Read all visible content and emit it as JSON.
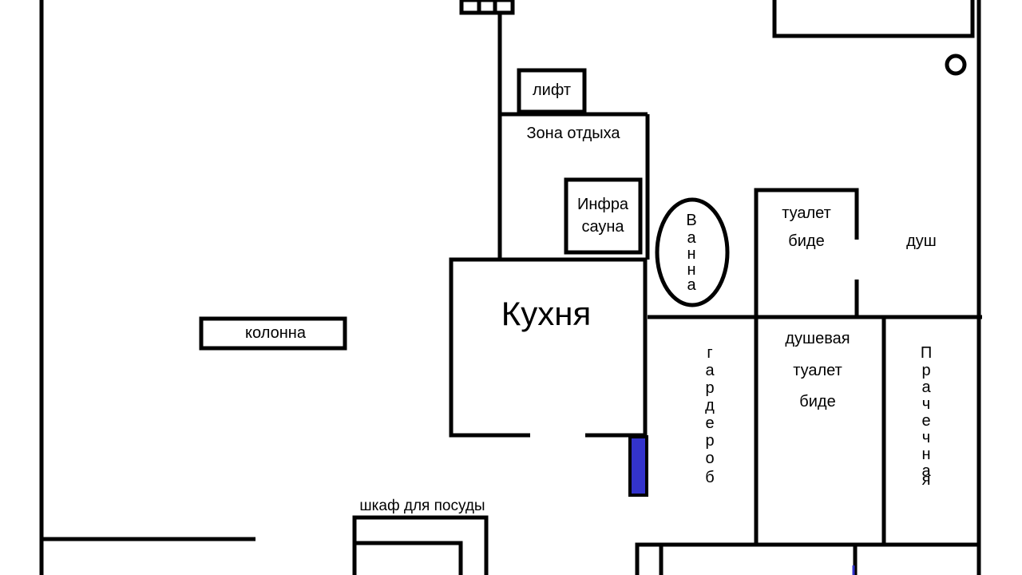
{
  "rooms": {
    "lift": "лифт",
    "rest_zone": "Зона отдыха",
    "infra_sauna": [
      "Инфра",
      "сауна"
    ],
    "kitchen": "Кухня",
    "bath": "Ванна",
    "toilet_bidet_1": [
      "туалет",
      "биде"
    ],
    "shower": "душ",
    "wardrobe": "гардероб",
    "shower_toilet_bidet": [
      "душевая",
      "туалет",
      "биде"
    ],
    "laundry": "Прачечная",
    "column": "колонна",
    "dish_cabinet": "шкаф для посуды"
  },
  "colors": {
    "walls": "#000000",
    "blue_panel": "#3333cc",
    "background": "#ffffff"
  }
}
